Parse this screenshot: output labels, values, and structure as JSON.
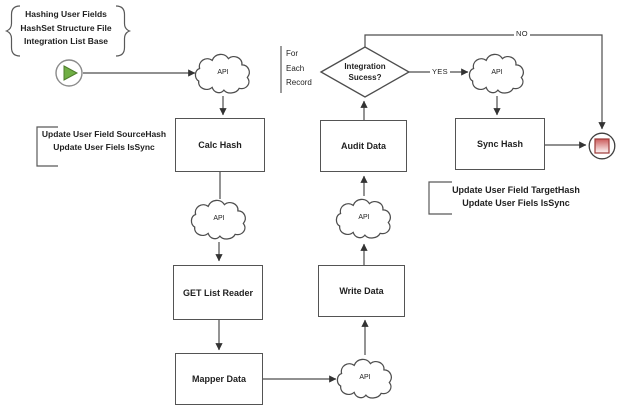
{
  "diagram": {
    "callout": {
      "lines": [
        "Hashing User Fields",
        "HashSet Structure File",
        "Integration List Base"
      ]
    },
    "clouds": [
      {
        "label": "API"
      },
      {
        "label": "API"
      },
      {
        "label": "API"
      },
      {
        "label": "API"
      },
      {
        "label": "API"
      }
    ],
    "boxes": [
      {
        "label": "Calc Hash"
      },
      {
        "label": "GET List Reader"
      },
      {
        "label": "Mapper Data"
      },
      {
        "label": "Write Data"
      },
      {
        "label": "Audit Data"
      },
      {
        "label": "Sync Hash"
      }
    ],
    "decision": {
      "line1": "Integration",
      "line2": "Sucess?"
    },
    "edge_labels": {
      "yes": "YES",
      "no": "NO"
    },
    "loop_label": {
      "lines": [
        "For",
        "Each",
        "Record"
      ]
    },
    "note_source": {
      "lines": [
        "Update User Field SourceHash",
        "Update User Fiels IsSync"
      ]
    },
    "note_target": {
      "lines": [
        "Update User Field TargetHash",
        "Update User Fiels IsSync"
      ]
    },
    "icons": {
      "start": "play-icon",
      "end": "stop-icon"
    },
    "colors": {
      "connector": "#4d4d4d",
      "start_green": "#6fae44",
      "end_red": "#c0504d",
      "shape_border": "#545454"
    }
  }
}
